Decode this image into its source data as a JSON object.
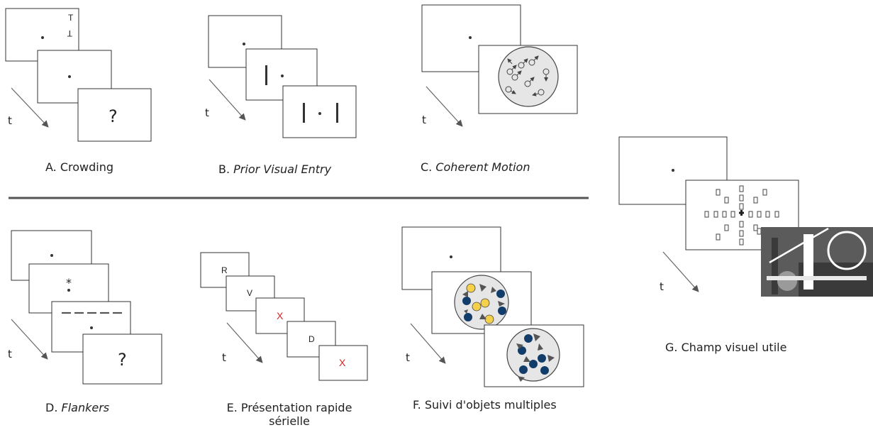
{
  "time_label": "t",
  "panels": {
    "a": {
      "prefix": "A. ",
      "name": "Crowding",
      "question": "?"
    },
    "b": {
      "prefix": "B. ",
      "name": "Prior Visual Entry"
    },
    "c": {
      "prefix": "C. ",
      "name": "Coherent Motion"
    },
    "d": {
      "prefix": "D. ",
      "name": "Flankers",
      "question": "?",
      "star": "*"
    },
    "e": {
      "prefix": "E. ",
      "name_line1": "Présentation rapide",
      "name_line2": "sérielle",
      "letters": [
        "R",
        "V",
        "X",
        "D",
        "X"
      ]
    },
    "f": {
      "prefix": "F. ",
      "name": "Suivi d'objets multiples"
    },
    "g": {
      "prefix": "G. ",
      "name": "Champ visuel utile"
    }
  },
  "colors": {
    "frame": "#333333",
    "dot_yellow": "#f5d04a",
    "dot_blue": "#123c6a",
    "disc_fill": "#e6e6e6",
    "red_letter": "#e02020"
  }
}
